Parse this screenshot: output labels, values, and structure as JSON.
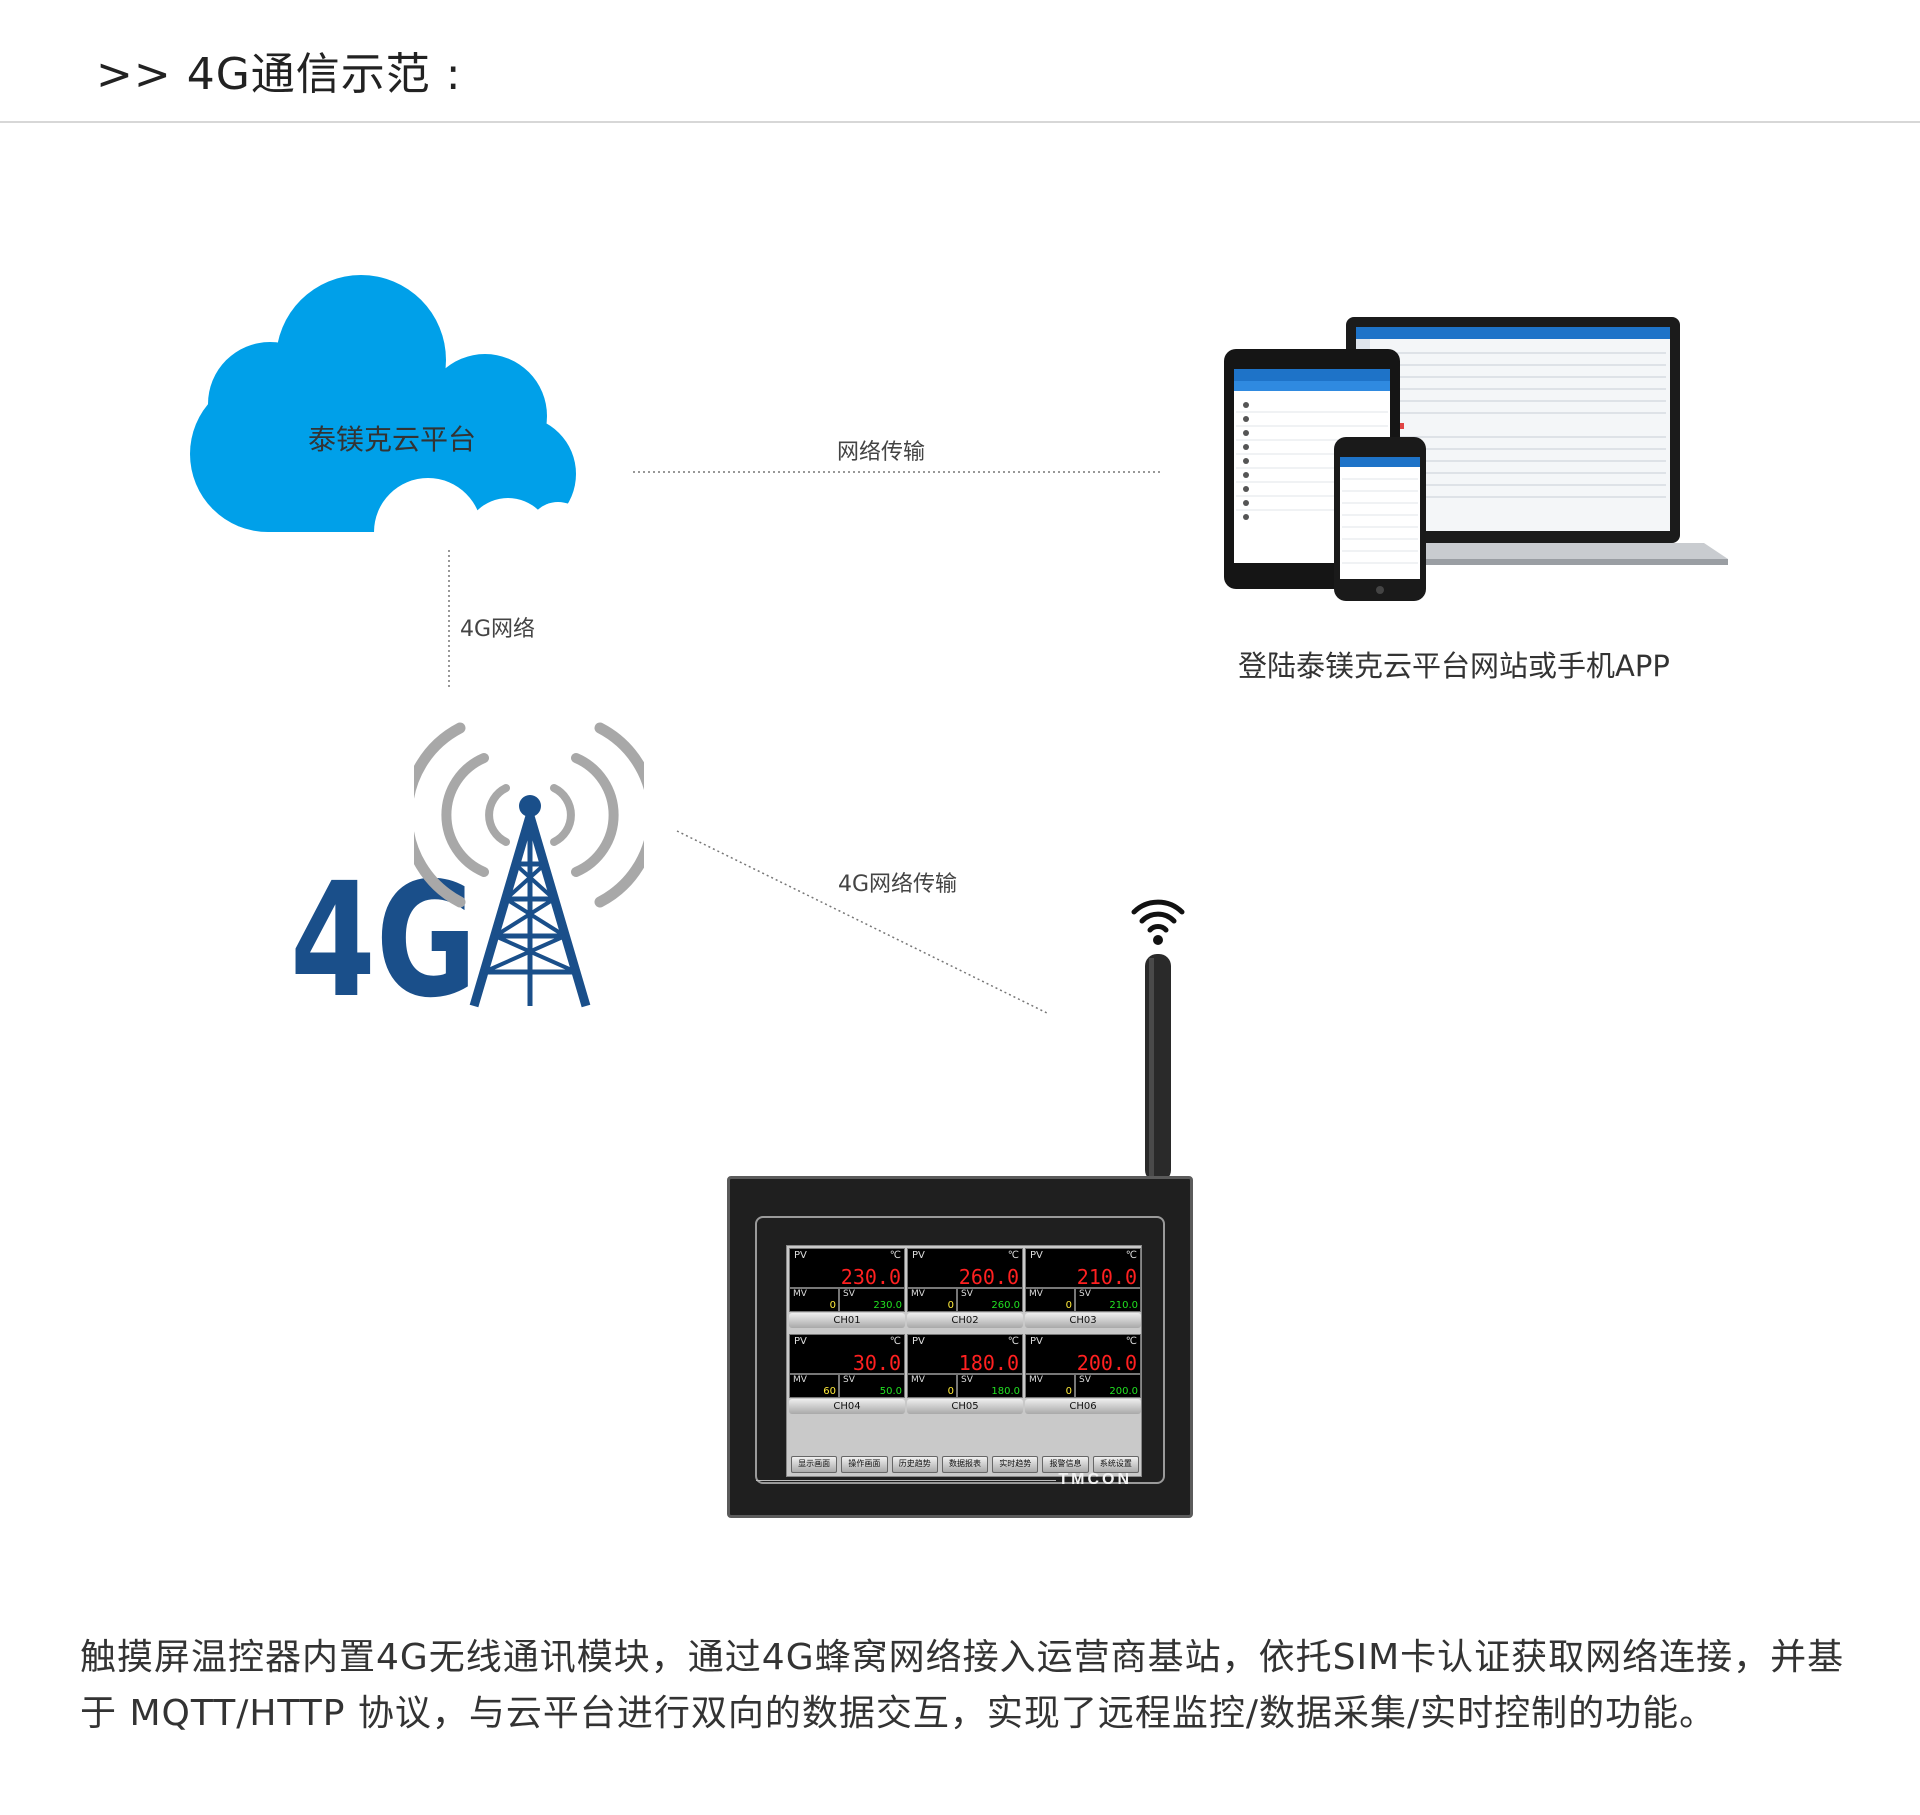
{
  "header": {
    "title": ">> 4G通信示范 :"
  },
  "cloud": {
    "label": "泰镁克云平台"
  },
  "links": {
    "cloud_to_devices": "网络传输",
    "cloud_to_tower": "4G网络",
    "tower_to_controller": "4G网络传输"
  },
  "tower": {
    "label": "4G"
  },
  "devices": {
    "caption": "登陆泰镁克云平台网站或手机APP"
  },
  "controller": {
    "brand": "TMCON",
    "unit": "℃",
    "pv_label": "PV",
    "mv_label": "MV",
    "sv_label": "SV",
    "channels": [
      {
        "name": "CH01",
        "pv": "230.0",
        "mv": "0",
        "sv": "230.0"
      },
      {
        "name": "CH02",
        "pv": "260.0",
        "mv": "0",
        "sv": "260.0"
      },
      {
        "name": "CH03",
        "pv": "210.0",
        "mv": "0",
        "sv": "210.0"
      },
      {
        "name": "CH04",
        "pv": "30.0",
        "mv": "60",
        "sv": "50.0"
      },
      {
        "name": "CH05",
        "pv": "180.0",
        "mv": "0",
        "sv": "180.0"
      },
      {
        "name": "CH06",
        "pv": "200.0",
        "mv": "0",
        "sv": "200.0"
      }
    ],
    "nav": [
      "显示画面",
      "操作画面",
      "历史趋势",
      "数据报表",
      "实时趋势",
      "报警信息",
      "系统设置"
    ]
  },
  "description": "触摸屏温控器内置4G无线通讯模块，通过4G蜂窝网络接入运营商基站，依托SIM卡认证获取网络连接，并基于 MQTT/HTTP 协议，与云平台进行双向的数据交互，实现了远程监控/数据采集/实时控制的功能。",
  "colors": {
    "cloud": "#00a0e9",
    "tower": "#1a4f8a",
    "signal": "#a8a8a8",
    "pv": "#ff2020",
    "sv": "#21e021",
    "mv": "#ffeb3b"
  }
}
